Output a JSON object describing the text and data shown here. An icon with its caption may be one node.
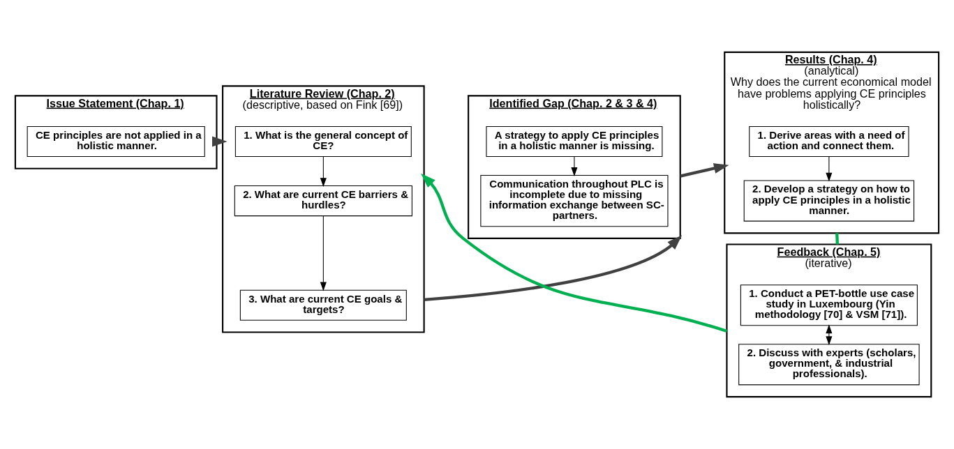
{
  "diagram": {
    "nodes": [
      {
        "text": [
          "Issue Statement (Chap. 1)"
        ]
      },
      {
        "text": [
          "CE principles are not applied in a holistic manner."
        ],
        "in": 0
      },
      {
        "text": [
          "Literature Review (Chap. 2)",
          "(descriptive, based on Fink [69])"
        ]
      },
      {
        "text": [
          "1. What is the general concept of CE?"
        ],
        "in": 2
      },
      {
        "text": [
          "2. What are current CE barriers & hurdles?"
        ],
        "in": 2
      },
      {
        "text": [
          "3. What are current CE goals & targets?"
        ],
        "in": 2
      },
      {
        "text": [
          "Identified Gap (Chap. 2 & 3 & 4)"
        ]
      },
      {
        "text": [
          "A strategy to apply CE principles in a holistic manner is missing."
        ],
        "in": 6
      },
      {
        "text": [
          "Communication throughout PLC is incomplete due to missing information exchange between SC-partners."
        ],
        "in": 6
      },
      {
        "text": [
          "Results (Chap. 4)",
          "(analytical)",
          "Why does the current economical model have problems applying CE principles holistically?"
        ]
      },
      {
        "text": [
          "1. Derive areas with a need of action and connect them."
        ],
        "in": 9
      },
      {
        "text": [
          "2. Develop a strategy on how to apply CE principles in a holistic manner."
        ],
        "in": 9
      },
      {
        "text": [
          "Feedback (Chap. 5)",
          "(iterative)"
        ]
      },
      {
        "text": [
          "1. Conduct a PET-bottle use case study in Luxembourg (Yin methodology [70] & VSM [71])."
        ],
        "in": 12
      },
      {
        "text": [
          "2. Discuss with experts (scholars, government, & industrial professionals)."
        ],
        "in": 12
      }
    ],
    "edges": [
      {
        "from": 0,
        "to": 2,
        "arrow": "to",
        "style": "thick",
        "color": "#404040"
      },
      {
        "from": 2,
        "to": 6,
        "arrow": "to",
        "style": "thick",
        "color": "#404040"
      },
      {
        "from": 6,
        "to": 9,
        "arrow": "to",
        "style": "thick",
        "color": "#404040"
      },
      {
        "from": 3,
        "to": 4,
        "arrow": "to"
      },
      {
        "from": 4,
        "to": 5,
        "arrow": "to"
      },
      {
        "from": 7,
        "to": 8,
        "arrow": "to"
      },
      {
        "from": 10,
        "to": 11,
        "arrow": "to"
      },
      {
        "from": 13,
        "to": 14,
        "arrow": "both"
      },
      {
        "from": 9,
        "to": 12,
        "arrow": "none",
        "style": "thick",
        "color": "#00b050"
      },
      {
        "from": 12,
        "to": 2,
        "arrow": "to",
        "style": "thick",
        "color": "#00b050"
      }
    ]
  }
}
